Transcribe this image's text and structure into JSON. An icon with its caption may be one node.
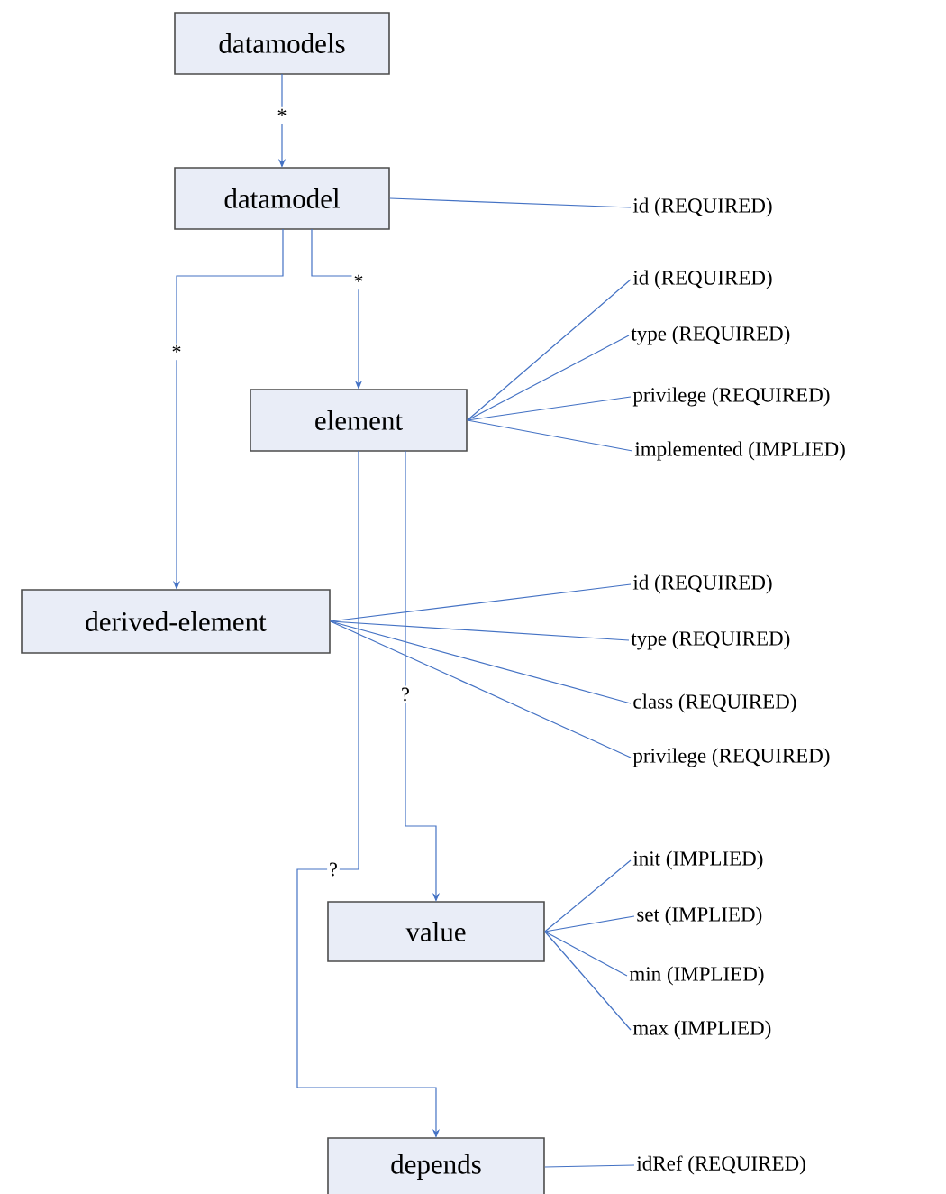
{
  "diagram": {
    "nodes": [
      {
        "text": [
          "datamodels"
        ]
      },
      {
        "text": [
          "datamodel"
        ]
      },
      {
        "text": [
          "element"
        ]
      },
      {
        "text": [
          "derived-element"
        ]
      },
      {
        "text": [
          "value"
        ]
      },
      {
        "text": [
          "depends"
        ]
      },
      {
        "text": [
          "id (REQUIRED)"
        ]
      },
      {
        "text": [
          "id (REQUIRED)"
        ]
      },
      {
        "text": [
          "type (REQUIRED)"
        ]
      },
      {
        "text": [
          "privilege (REQUIRED)"
        ]
      },
      {
        "text": [
          "implemented (IMPLIED)"
        ]
      },
      {
        "text": [
          "id (REQUIRED)"
        ]
      },
      {
        "text": [
          "type (REQUIRED)"
        ]
      },
      {
        "text": [
          "class (REQUIRED)"
        ]
      },
      {
        "text": [
          "privilege (REQUIRED)"
        ]
      },
      {
        "text": [
          "init (IMPLIED)"
        ]
      },
      {
        "text": [
          "set (IMPLIED)"
        ]
      },
      {
        "text": [
          "min (IMPLIED)"
        ]
      },
      {
        "text": [
          "max (IMPLIED)"
        ]
      },
      {
        "text": [
          "idRef (REQUIRED)"
        ]
      }
    ],
    "edges": [
      {
        "from": 0,
        "to": 1,
        "arrow": "to",
        "label": "*"
      },
      {
        "from": 1,
        "to": 3,
        "arrow": "to",
        "label": "*"
      },
      {
        "from": 1,
        "to": 2,
        "arrow": "to",
        "label": "*"
      },
      {
        "from": 2,
        "to": 4,
        "arrow": "to",
        "label": "?"
      },
      {
        "from": 2,
        "to": 5,
        "arrow": "to",
        "label": "?"
      },
      {
        "from": 1,
        "to": 6,
        "arrow": "none"
      },
      {
        "from": 2,
        "to": 7,
        "arrow": "none"
      },
      {
        "from": 2,
        "to": 8,
        "arrow": "none"
      },
      {
        "from": 2,
        "to": 9,
        "arrow": "none"
      },
      {
        "from": 2,
        "to": 10,
        "arrow": "none"
      },
      {
        "from": 3,
        "to": 11,
        "arrow": "none"
      },
      {
        "from": 3,
        "to": 12,
        "arrow": "none"
      },
      {
        "from": 3,
        "to": 13,
        "arrow": "none"
      },
      {
        "from": 3,
        "to": 14,
        "arrow": "none"
      },
      {
        "from": 4,
        "to": 15,
        "arrow": "none"
      },
      {
        "from": 4,
        "to": 16,
        "arrow": "none"
      },
      {
        "from": 4,
        "to": 17,
        "arrow": "none"
      },
      {
        "from": 4,
        "to": 18,
        "arrow": "none"
      },
      {
        "from": 5,
        "to": 19,
        "arrow": "none"
      }
    ]
  }
}
